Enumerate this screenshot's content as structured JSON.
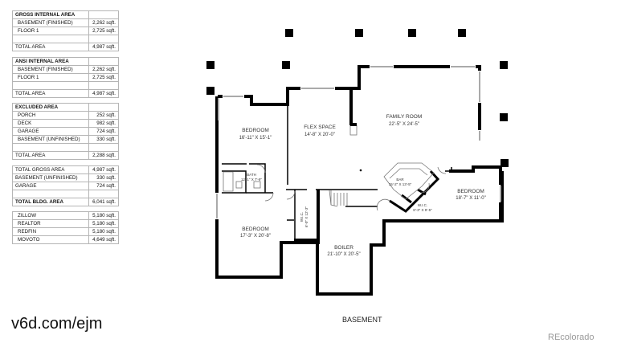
{
  "tables": {
    "gross": {
      "title": "GROSS INTERNAL AREA",
      "rows": [
        {
          "label": "BASEMENT (FINISHED)",
          "value": "2,262 sqft."
        },
        {
          "label": "FLOOR 1",
          "value": "2,725 sqft."
        }
      ],
      "total_label": "TOTAL AREA",
      "total_value": "4,987 sqft."
    },
    "ansi": {
      "title": "ANSI INTERNAL AREA",
      "rows": [
        {
          "label": "BASEMENT (FINISHED)",
          "value": "2,262 sqft."
        },
        {
          "label": "FLOOR 1",
          "value": "2,725 sqft."
        }
      ],
      "total_label": "TOTAL AREA",
      "total_value": "4,987 sqft."
    },
    "excluded": {
      "title": "EXCLUDED AREA",
      "rows": [
        {
          "label": "PORCH",
          "value": "252 sqft."
        },
        {
          "label": "DECK",
          "value": "982 sqft."
        },
        {
          "label": "GARAGE",
          "value": "724 sqft."
        },
        {
          "label": "BASEMENT (UNFINISHED)",
          "value": "330 sqft."
        }
      ],
      "total_label": "TOTAL AREA",
      "total_value": "2,288 sqft."
    },
    "building": {
      "rows": [
        {
          "label": "TOTAL GROSS AREA",
          "value": "4,987 sqft."
        },
        {
          "label": "BASEMENT (UNFINISHED)",
          "value": "330 sqft."
        },
        {
          "label": "GARAGE",
          "value": "724 sqft."
        }
      ],
      "total_label": "TOTAL BLDG. AREA",
      "total_value": "6,041 sqft."
    },
    "listings": {
      "rows": [
        {
          "label": "ZILLOW",
          "value": "5,180 sqft."
        },
        {
          "label": "REALTOR",
          "value": "5,180 sqft."
        },
        {
          "label": "REDFIN",
          "value": "5,180 sqft."
        },
        {
          "label": "MOVOTO",
          "value": "4,649 sqft."
        }
      ]
    }
  },
  "rooms": {
    "bedroom1": {
      "name": "BEDROOM",
      "dims": "16'-11\" X 15'-1\""
    },
    "flex": {
      "name": "FLEX SPACE",
      "dims": "14'-8\" X 20'-0\""
    },
    "family": {
      "name": "FAMILY ROOM",
      "dims": "22'-5\" X 24'-5\""
    },
    "bath": {
      "name": "BATH",
      "dims": "12'-1\" X 7'-9\""
    },
    "bar": {
      "name": "BAR",
      "dims": "15'-2\" X 13'-5\""
    },
    "bedroom2": {
      "name": "BEDROOM",
      "dims": "18'-7\" X 11'-0\""
    },
    "wic1": {
      "name": "W.I.C.",
      "dims": "6'-0\" X 12'-3\""
    },
    "wic2": {
      "name": "W.I.C.",
      "dims": "8'-3\" X 9'-5\""
    },
    "bedroom3": {
      "name": "BEDROOM",
      "dims": "17'-3\" X 20'-8\""
    },
    "boiler": {
      "name": "BOILER",
      "dims": "21'-10\" X 20'-5\""
    }
  },
  "floor_label": "BASEMENT",
  "url": "v6d.com/ejm",
  "brand": "REcolorado",
  "colors": {
    "wall": "#000000",
    "window": "#cccccc",
    "text": "#333333"
  }
}
